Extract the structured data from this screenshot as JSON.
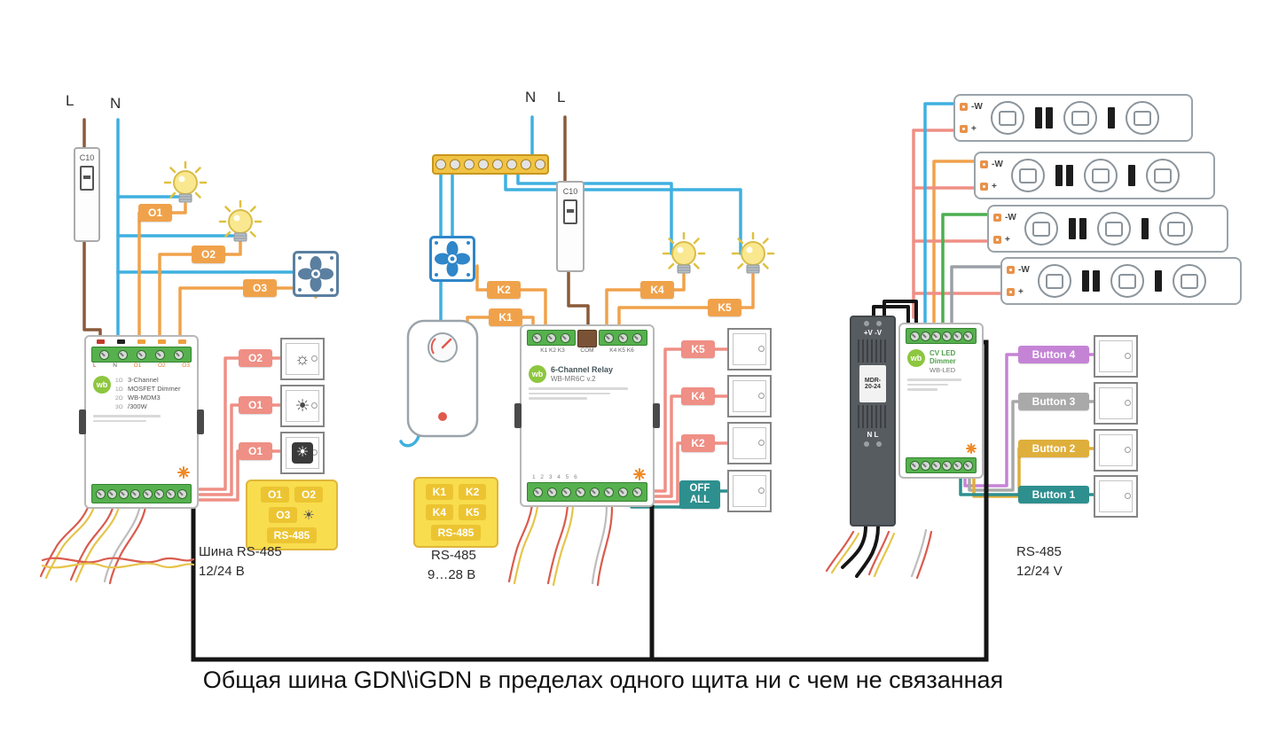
{
  "annotation": "Общая шина GDN\\iGDN в пределах одного щита ни с чем не связанная",
  "colors": {
    "wire_blue": "#3fb0e0",
    "wire_brown": "#8a5a3b",
    "wire_orange": "#f0a24b",
    "wire_salmon": "#ef8f85",
    "wire_green": "#4caf50",
    "wire_gray": "#9aa0a6",
    "wire_purple": "#c583d6",
    "wire_yellow": "#dfaf3c",
    "wire_teal": "#2e8f8f",
    "gnd_black": "#151515",
    "terminal_green": "#56b04e",
    "wb_green": "#8dc63f",
    "legend_yellow": "#f8dd4e"
  },
  "left": {
    "phase_label": "L",
    "neutral_label": "N",
    "breaker_label": "C10",
    "channel_tags": [
      "O1",
      "O2",
      "O3"
    ],
    "output_tags": [
      "O2",
      "O1",
      "O1"
    ],
    "device": {
      "logo": "wb",
      "terminals_top": [
        "L",
        "N",
        "O1",
        "O2",
        "O3"
      ],
      "markers": [
        "1O",
        "1O",
        "2O",
        "3O"
      ],
      "lines": [
        "3-Channel",
        "MOSFET Dimmer",
        "WB-MDM3",
        "/300W"
      ]
    },
    "switch_icons": [
      "☼",
      "☀",
      "☀"
    ],
    "legend": {
      "row1": [
        "O1",
        "O2"
      ],
      "row2": [
        "O3"
      ],
      "row2_icon": "☀",
      "bus": "RS-485"
    },
    "bus_label": "Шина RS-485",
    "voltage_label": "12/24 В"
  },
  "middle": {
    "neutral_label": "N",
    "phase_label": "L",
    "breaker_label": "C10",
    "channel_tags": [
      "K2",
      "K1",
      "K4",
      "K5"
    ],
    "output_tags": [
      "K5",
      "K4",
      "K2"
    ],
    "off_all_tag": "OFF ALL",
    "device": {
      "logo": "wb",
      "title": "6-Channel Relay",
      "model": "WB-MR6C v.2",
      "terminals_left": "K1 K2 K3",
      "terminals_com": "COM",
      "terminals_right": "K4 K5 K6",
      "bottom_numbers": "1 2 3 4 5 6"
    },
    "legend": {
      "row1": [
        "K1",
        "K2"
      ],
      "row2": [
        "K4",
        "K5"
      ],
      "bus": "RS-485"
    },
    "bus_label": "RS-485",
    "voltage_label": "9…28 В"
  },
  "right": {
    "strips": [
      {
        "neg": "-W",
        "pos": "+"
      },
      {
        "neg": "-W",
        "pos": "+"
      },
      {
        "neg": "-W",
        "pos": "+"
      },
      {
        "neg": "-W",
        "pos": "+"
      }
    ],
    "psu": {
      "top_label": "+V -V",
      "model": "MDR-20-24",
      "bottom_label": "N L"
    },
    "device": {
      "logo": "wb",
      "title": "CV LED Dimmer",
      "model": "WB-LED"
    },
    "buttons": [
      {
        "label": "Button 4",
        "color": "#c583d6"
      },
      {
        "label": "Button 3",
        "color": "#a9a9a9"
      },
      {
        "label": "Button 2",
        "color": "#dfaf3c"
      },
      {
        "label": "Button 1",
        "color": "#2e8f8f"
      }
    ],
    "bus_label": "RS-485",
    "voltage_label": "12/24 V"
  }
}
